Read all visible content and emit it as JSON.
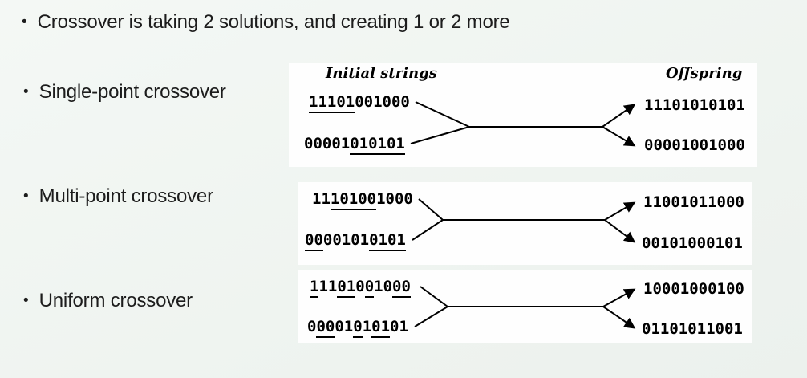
{
  "colors": {
    "page_background": "#eff3f0",
    "panel_background": "#fefefe",
    "text": "#1c1c1c",
    "diagram_ink": "#000000"
  },
  "bullets": [
    {
      "label": "Crossover is taking 2 solutions, and creating 1 or 2 more"
    },
    {
      "label": "Single-point crossover"
    },
    {
      "label": "Multi-point crossover"
    },
    {
      "label": "Uniform crossover"
    }
  ],
  "diagram_headers": {
    "initial_strings": "Initial strings",
    "offspring": "Offspring"
  },
  "diagrams": [
    {
      "name": "single-point crossover",
      "parents": [
        {
          "string": "11101001000",
          "underline": [
            [
              1,
              5
            ]
          ]
        },
        {
          "string": "00001010101",
          "underline": [
            [
              6,
              11
            ]
          ]
        }
      ],
      "offspring": [
        "11101010101",
        "00001001000"
      ]
    },
    {
      "name": "multi-point crossover",
      "parents": [
        {
          "string": "11101001000",
          "underline": [
            [
              3,
              7
            ]
          ]
        },
        {
          "string": "00001010101",
          "underline": [
            [
              1,
              2
            ],
            [
              8,
              11
            ]
          ]
        }
      ],
      "offspring": [
        "11001011000",
        "00101000101"
      ]
    },
    {
      "name": "uniform crossover",
      "parents": [
        {
          "string": "11101001000",
          "underline": [
            [
              1,
              1
            ],
            [
              4,
              5
            ],
            [
              7,
              7
            ],
            [
              10,
              11
            ]
          ]
        },
        {
          "string": "00001010101",
          "underline": [
            [
              2,
              3
            ],
            [
              6,
              6
            ],
            [
              8,
              9
            ]
          ]
        }
      ],
      "offspring": [
        "10001000100",
        "01101011001"
      ]
    }
  ]
}
